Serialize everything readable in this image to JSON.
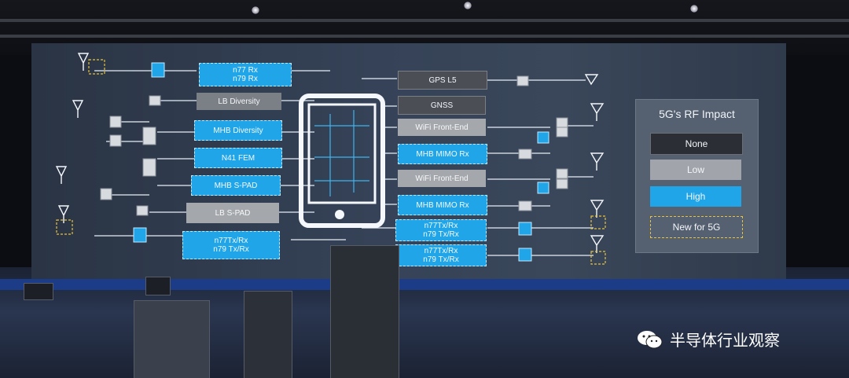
{
  "left_column": [
    {
      "label_1": "n77 Rx",
      "label_2": "n79 Rx",
      "style": "blue"
    },
    {
      "label_1": "LB Diversity",
      "style": "gray"
    },
    {
      "label_1": "MHB Diversity",
      "style": "blue"
    },
    {
      "label_1": "N41 FEM",
      "style": "blue"
    },
    {
      "label_1": "MHB S-PAD",
      "style": "blue"
    },
    {
      "label_1": "LB S-PAD",
      "style": "lgray"
    },
    {
      "label_1": "n77Tx/Rx",
      "label_2": "n79 Tx/Rx",
      "style": "blue"
    }
  ],
  "right_column": [
    {
      "label_1": "GPS L5",
      "style": "dgray"
    },
    {
      "label_1": "GNSS",
      "style": "dgray"
    },
    {
      "label_1": "WiFi Front-End",
      "style": "lgray"
    },
    {
      "label_1": "MHB MIMO Rx",
      "style": "blue"
    },
    {
      "label_1": "WiFi Front-End",
      "style": "lgray"
    },
    {
      "label_1": "MHB MIMO Rx",
      "style": "blue"
    },
    {
      "label_1": "n77Tx/Rx",
      "label_2": "n79 Tx/Rx",
      "style": "blue"
    },
    {
      "label_1": "n77Tx/Rx",
      "label_2": "n79 Tx/Rx",
      "style": "blue"
    }
  ],
  "legend": {
    "title": "5G's RF Impact",
    "none": "None",
    "low": "Low",
    "high": "High",
    "new": "New for 5G"
  },
  "watermark": {
    "text": "半导体行业观察",
    "icon": "wechat-icon"
  },
  "colors": {
    "high": "#20a6e8",
    "low": "#a1a5ab",
    "none": "#2b2e34",
    "new": "#e7c23a"
  }
}
